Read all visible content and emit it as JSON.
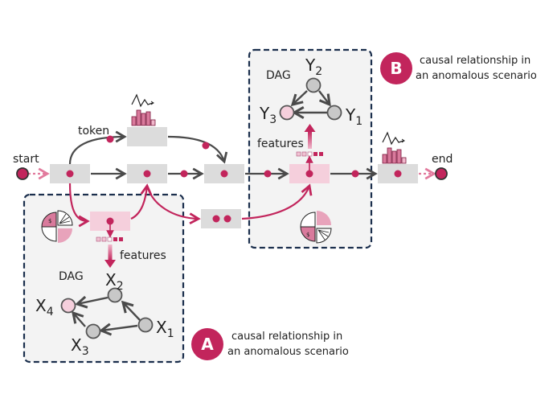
{
  "colors": {
    "accent": "#c2255c",
    "accent_light": "#f5cfdc",
    "box_gray": "#dcdcdc",
    "node_gray": "#c8c8c8",
    "arrow_gray": "#4a4a4a",
    "dashed_border": "#1b2f4d",
    "panel_bg": "#f3f3f3"
  },
  "labels": {
    "start": "start",
    "end": "end",
    "token": "token",
    "features_a": "features",
    "features_b": "features"
  },
  "panel_a": {
    "badge": "A",
    "title_line1": "causal relationship in",
    "title_line2": "an anomalous scenario",
    "dag_label": "DAG",
    "nodes": [
      {
        "id": "X1",
        "base": "X",
        "sub": "1",
        "anomalous": false
      },
      {
        "id": "X2",
        "base": "X",
        "sub": "2",
        "anomalous": false
      },
      {
        "id": "X3",
        "base": "X",
        "sub": "3",
        "anomalous": false
      },
      {
        "id": "X4",
        "base": "X",
        "sub": "4",
        "anomalous": true
      }
    ],
    "edges": [
      [
        "X1",
        "X2"
      ],
      [
        "X1",
        "X3"
      ],
      [
        "X2",
        "X4"
      ],
      [
        "X3",
        "X4"
      ]
    ]
  },
  "panel_b": {
    "badge": "B",
    "title_line1": "causal relationship in",
    "title_line2": "an anomalous scenario",
    "dag_label": "DAG",
    "nodes": [
      {
        "id": "Y1",
        "base": "Y",
        "sub": "1",
        "anomalous": false
      },
      {
        "id": "Y2",
        "base": "Y",
        "sub": "2",
        "anomalous": false
      },
      {
        "id": "Y3",
        "base": "Y",
        "sub": "3",
        "anomalous": true
      }
    ],
    "edges": [
      [
        "Y2",
        "Y1"
      ],
      [
        "Y2",
        "Y3"
      ],
      [
        "Y1",
        "Y3"
      ]
    ]
  },
  "icons": {
    "top_chart": "bar-line-chart-icon",
    "end_chart": "bar-line-chart-icon",
    "finance_a": "finance-pie-icon",
    "finance_b": "finance-pie-icon",
    "feature_strip": "feature-vector-icon"
  }
}
